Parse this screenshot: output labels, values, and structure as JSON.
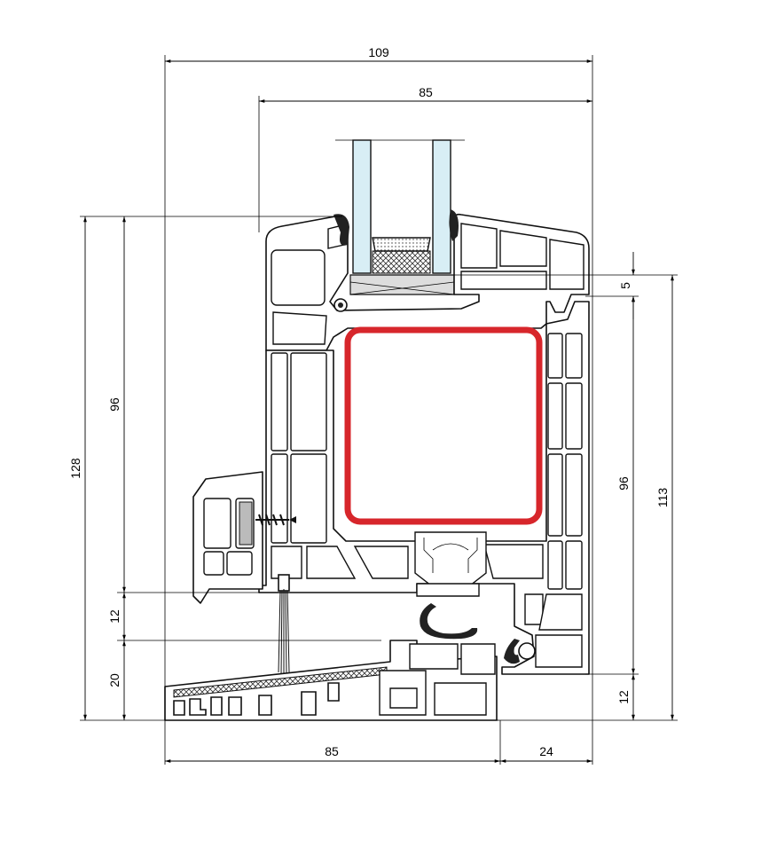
{
  "dimensions": {
    "overall_width": "109",
    "sash_width": "85",
    "overall_height": "128",
    "sash_height_left": "96",
    "threshold_step": "12",
    "sill_height": "20",
    "glazing_gap": "5",
    "frame_inner_height": "96",
    "frame_height": "113",
    "sill_lip": "12",
    "bottom_width": "85",
    "bottom_extension": "24"
  },
  "colors": {
    "reinforcement": "#d7262b",
    "line": "#000000",
    "glass": "#d8eef5"
  }
}
